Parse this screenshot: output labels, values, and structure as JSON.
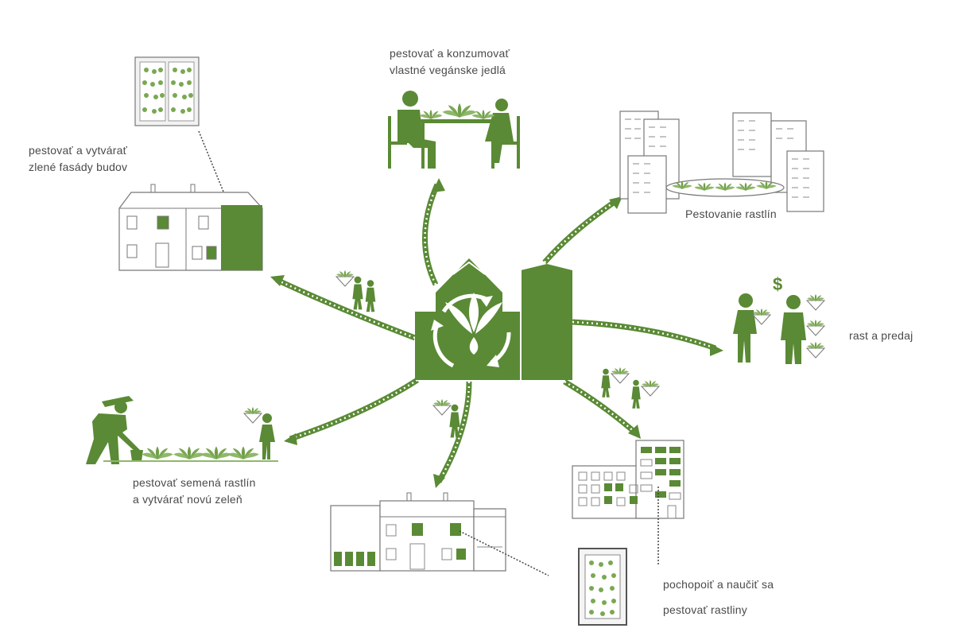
{
  "colors": {
    "green": "#5a8a35",
    "dark_green": "#4e7a2e",
    "light_green": "#8fb86a",
    "line": "#6e6e6e",
    "text": "#4a4a4a"
  },
  "icons": [
    "hub-factory-icon",
    "leaf-recycle-icon",
    "wall-panel-icon",
    "dining-people-icon",
    "apartment-blocks-icon",
    "walking-people-icon",
    "people-selling-icon",
    "dollar-icon",
    "gardener-icon",
    "child-with-plant-icon",
    "house-icon",
    "apartment-house-icon",
    "window-planter-icon"
  ],
  "labels": {
    "facades": [
      "pestovať a vytvárať",
      "zlené fasády budov"
    ],
    "meals": [
      "pestovať a konzumovať",
      "vlastné vegánske jedlá"
    ],
    "cultivation": "Pestovanie rastlín",
    "sale": "rast a predaj",
    "seeds": [
      "pestovať semená rastlín",
      "a vytvárať novú zeleň"
    ],
    "learn": [
      "pochopoiť a naučiť sa",
      "pestovať rastliny"
    ]
  }
}
